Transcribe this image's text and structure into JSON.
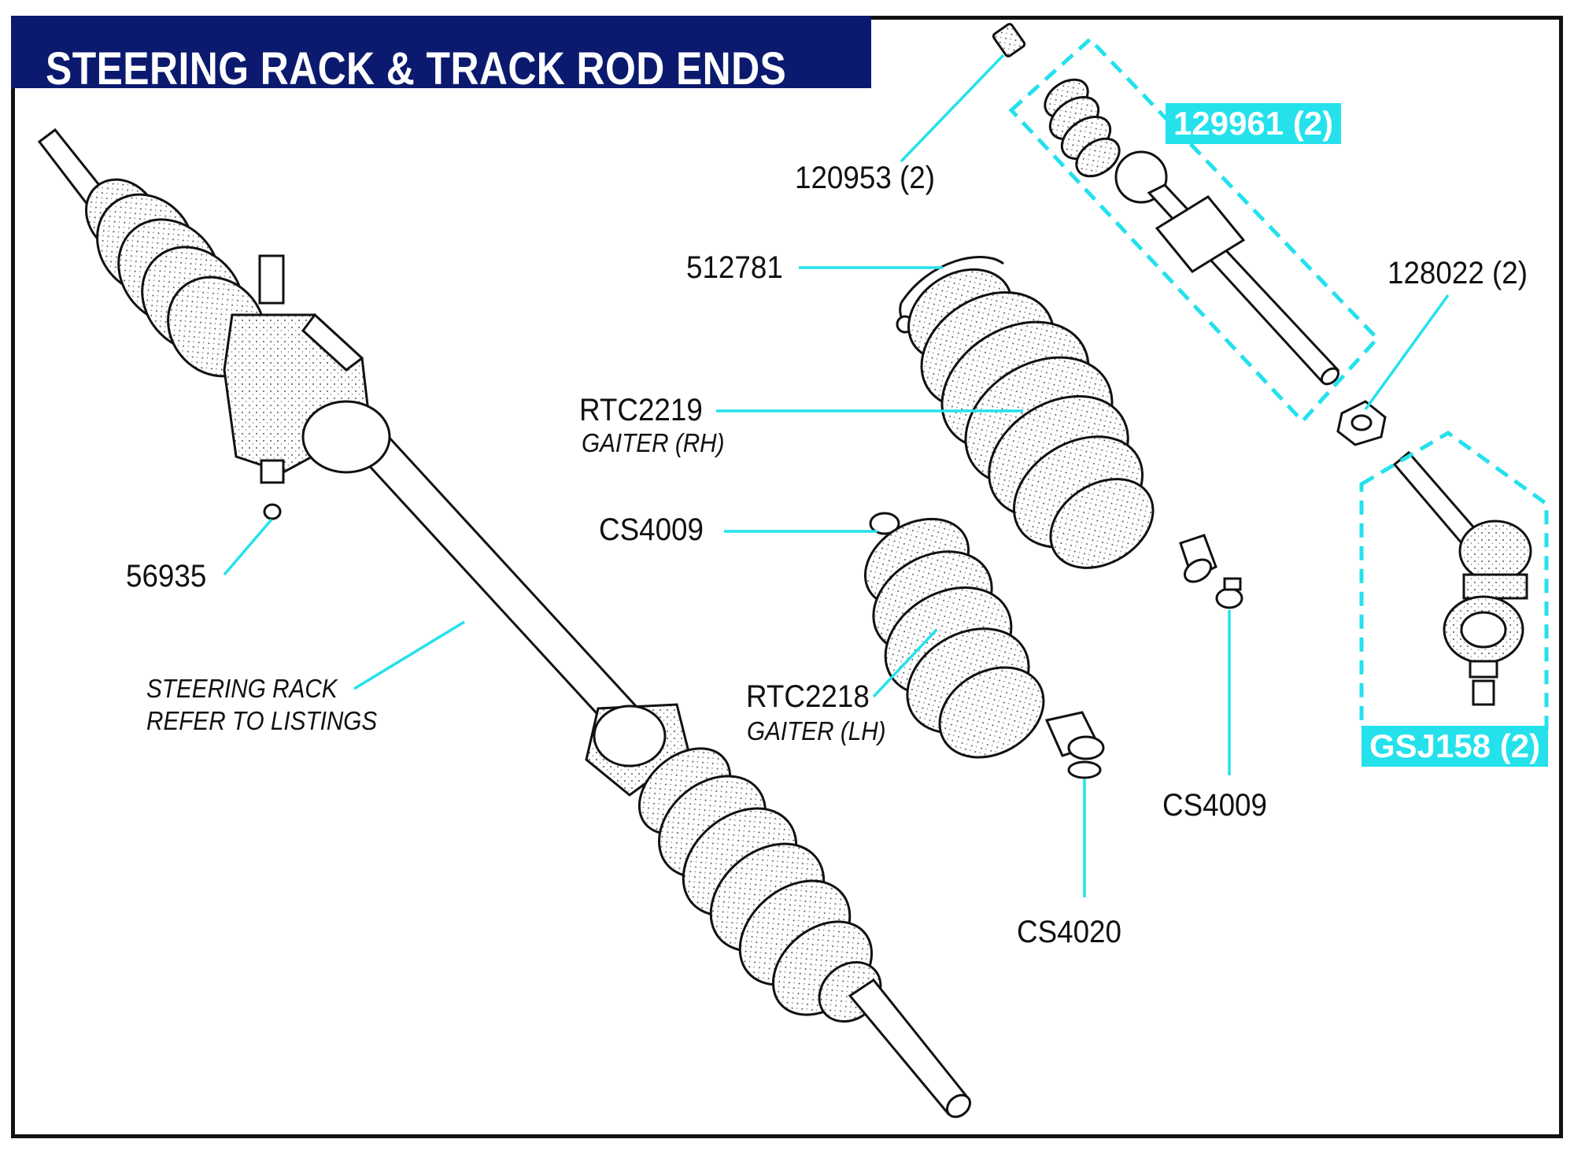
{
  "title": "STEERING RACK & TRACK ROD ENDS",
  "colors": {
    "title_bg": "#0b1a6e",
    "accent": "#24e1ec",
    "ink": "#111111"
  },
  "labels": {
    "p120953": "120953 (2)",
    "p129961": "129961 (2)",
    "p512781": "512781",
    "p128022": "128022 (2)",
    "pRTC2219": "RTC2219",
    "pRTC2219_sub": "GAITER (RH)",
    "pCS4009_left": "CS4009",
    "p56935": "56935",
    "pRTC2218": "RTC2218",
    "pRTC2218_sub": "GAITER (LH)",
    "pCS4009_right": "CS4009",
    "pGSJ158": "GSJ158 (2)",
    "rack_line1": "STEERING RACK",
    "rack_line2": "REFER TO LISTINGS",
    "pCS4020": "CS4020"
  }
}
